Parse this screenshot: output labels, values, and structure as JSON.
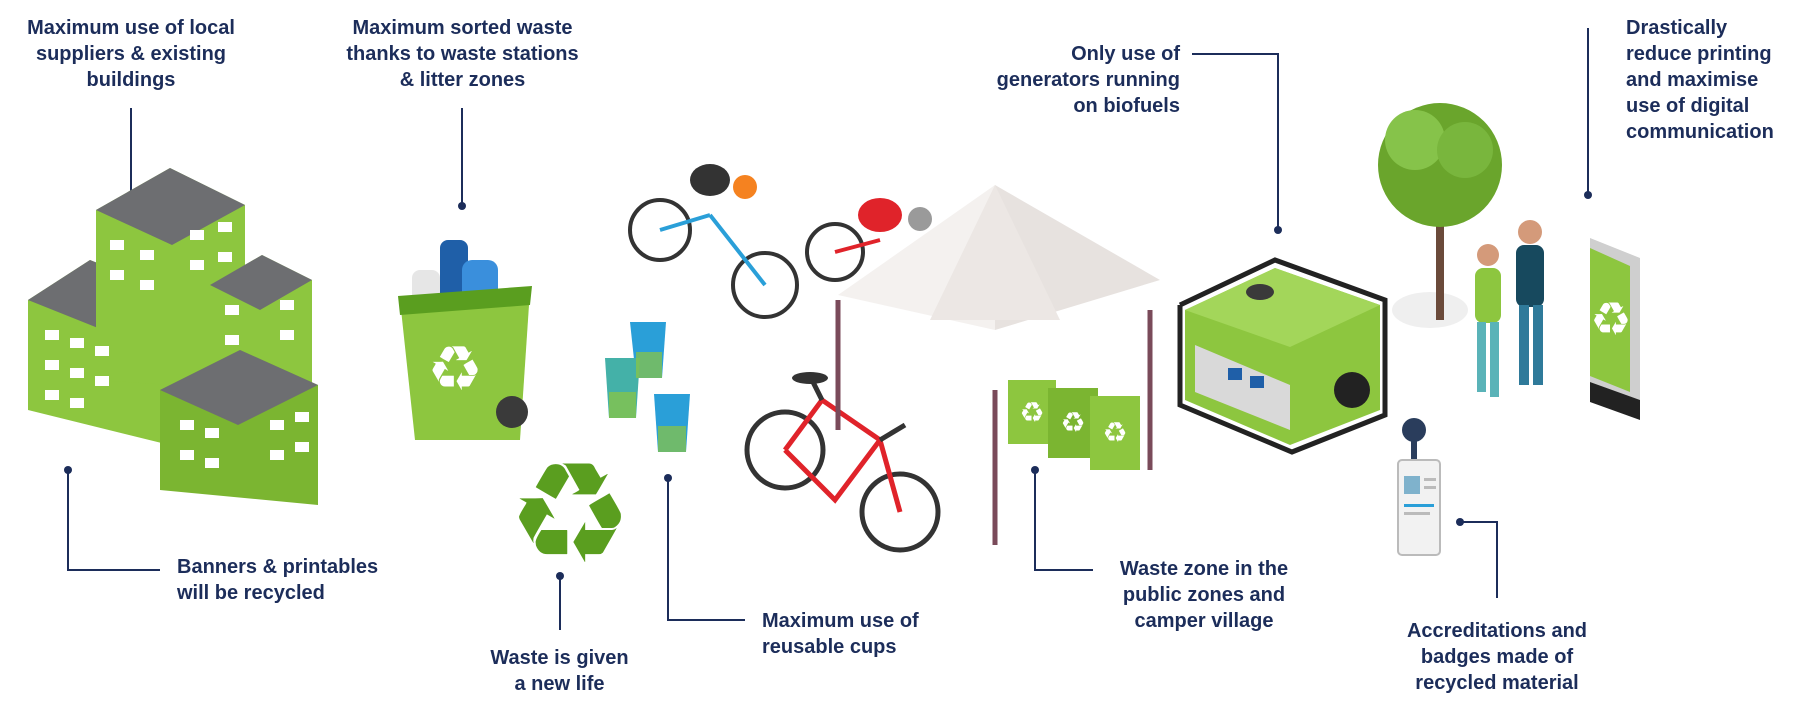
{
  "labels": {
    "local_suppliers": "Maximum use of local\nsuppliers & existing\nbuildings",
    "sorted_waste": "Maximum sorted waste\nthanks to waste stations\n& litter zones",
    "biofuels": "Only use of\ngenerators running\non biofuels",
    "printing": "Drastically\nreduce printing\nand maximise\nuse of digital\ncommunication",
    "banners": "Banners & printables\nwill be recycled",
    "new_life": "Waste is given\na new life",
    "cups": "Maximum use of\nreusable cups",
    "waste_zone": "Waste zone in the\npublic zones and\ncamper village",
    "badges": "Accreditations and\nbadges made of\nrecycled material"
  },
  "colors": {
    "label_text": "#1c2d5a",
    "leader_line": "#1c2d5a",
    "green": "#8dc63f",
    "dark_green": "#5a9e1f",
    "gray_roof": "#6d6e71",
    "red": "#e0232a",
    "teal": "#2a9fd8"
  },
  "icons": [
    "buildings-icon",
    "recycling-bin-icon",
    "recycle-symbol-icon",
    "reusable-cups-icon",
    "cyclists-icon",
    "bicycle-icon",
    "tent-icon",
    "waste-bins-icon",
    "generator-icon",
    "tree-icon",
    "people-icon",
    "digital-sign-icon",
    "badge-icon"
  ]
}
